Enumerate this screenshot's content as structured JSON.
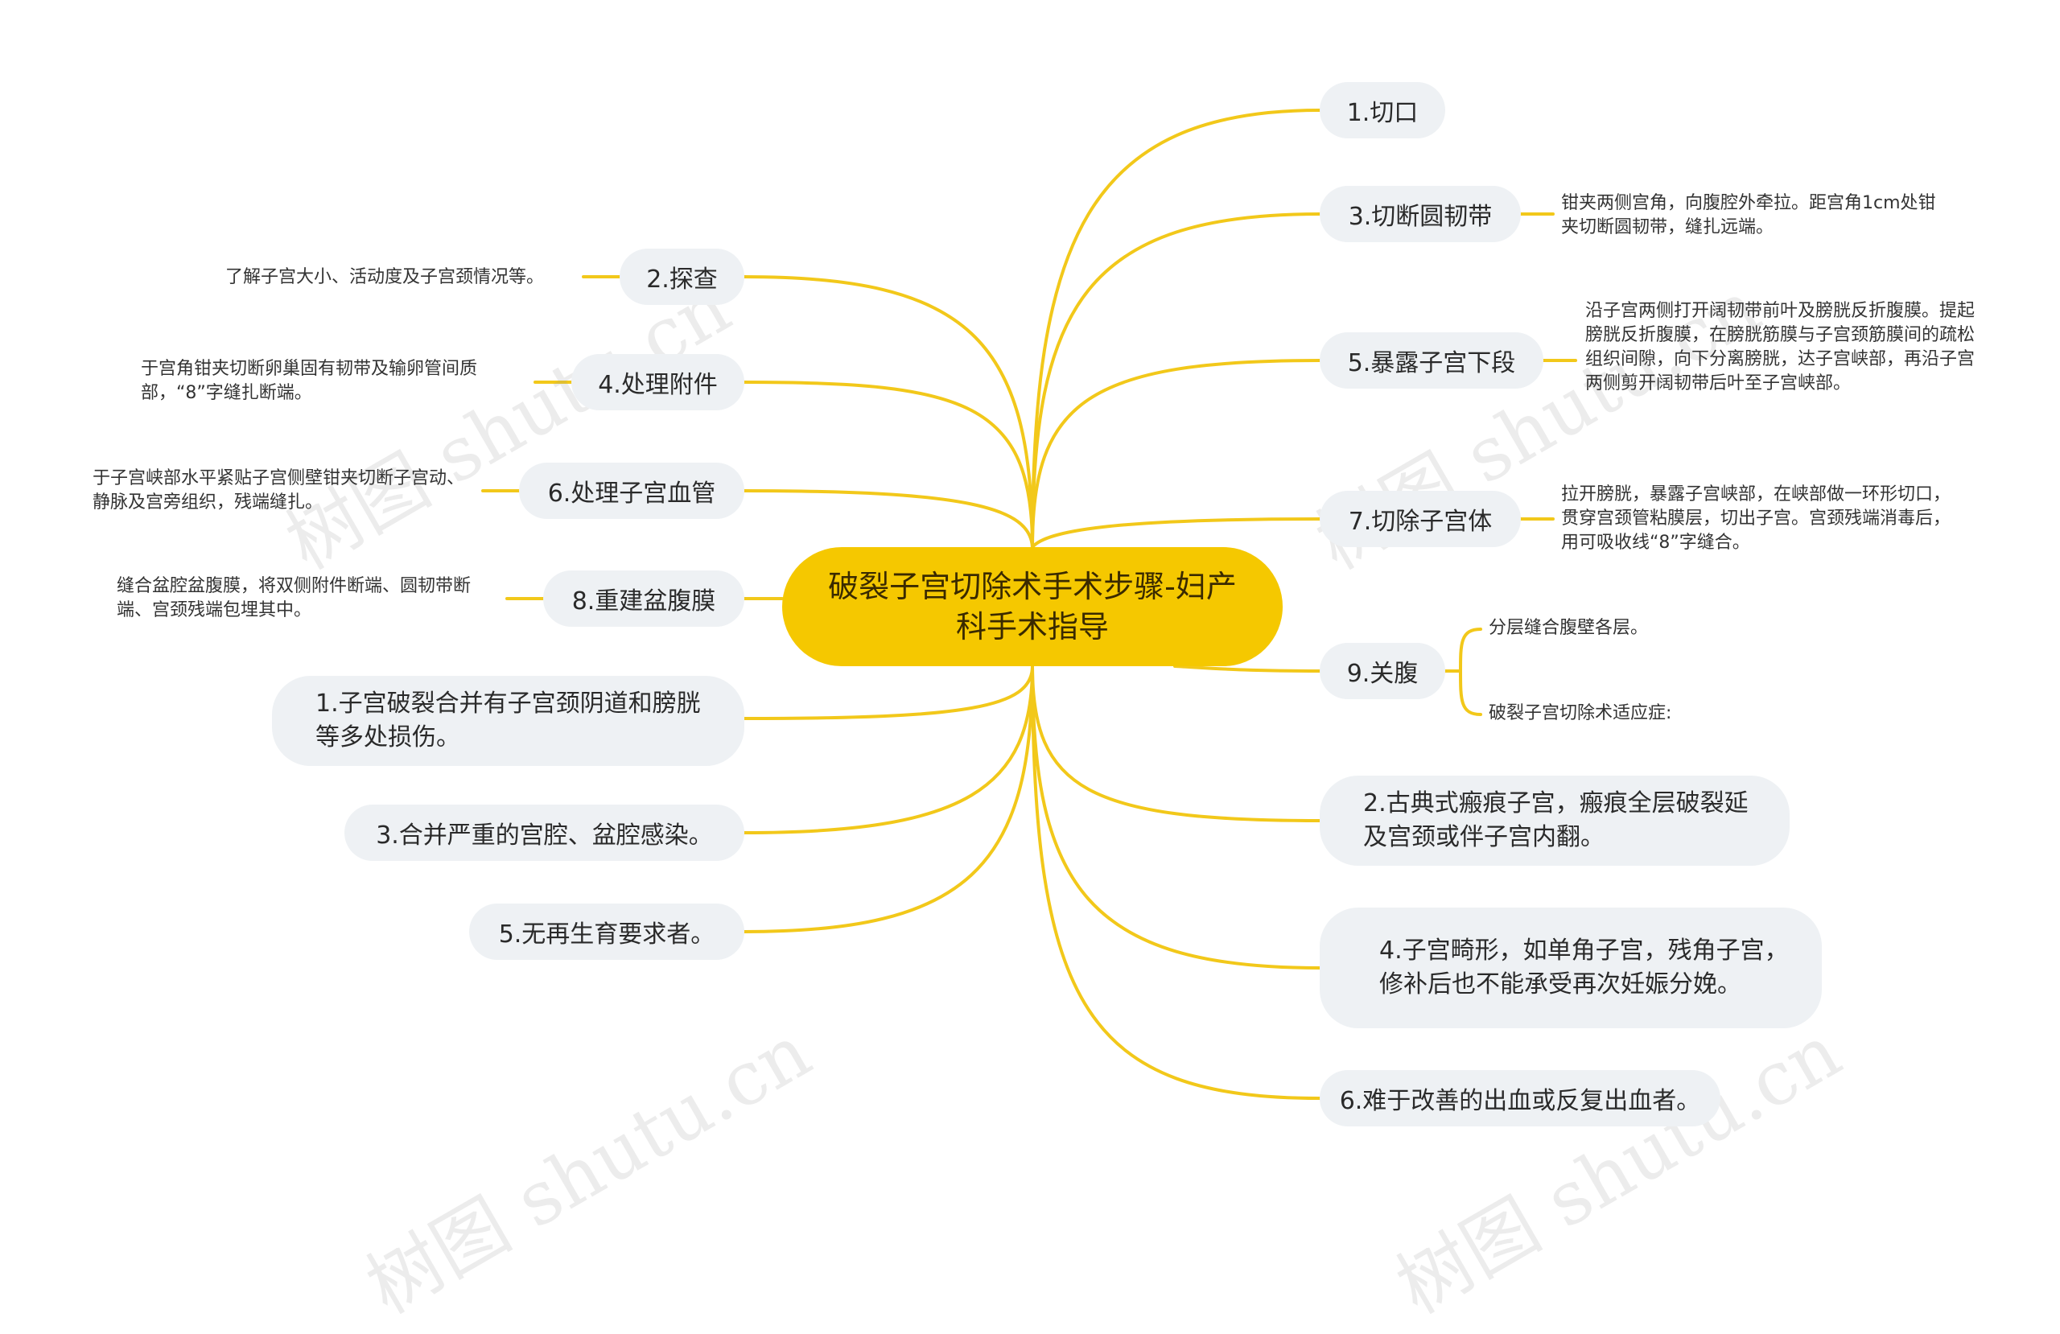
{
  "center": "破裂子宫切除术手术步骤-妇产科手术指导",
  "right_nodes": {
    "n1": "1.切口",
    "n3": "3.切断圆韧带",
    "n5": "5.暴露子宫下段",
    "n7": "7.切除子宫体",
    "n9": "9.关腹",
    "b2": "2.古典式瘢痕子宫，瘢痕全层破裂延及宫颈或伴子宫内翻。",
    "b4": "4.子宫畸形，如单角子宫，残角子宫，修补后也不能承受再次妊娠分娩。",
    "b6": "6.难于改善的出血或反复出血者。"
  },
  "left_nodes": {
    "n2": "2.探查",
    "n4": "4.处理附件",
    "n6": "6.处理子宫血管",
    "n8": "8.重建盆腹膜",
    "b1": "1.子宫破裂合并有子宫颈阴道和膀胱等多处损伤。",
    "b3": "3.合并严重的宫腔、盆腔感染。",
    "b5": "5.无再生育要求者。"
  },
  "notes": {
    "n2": "了解子宫大小、活动度及子宫颈情况等。",
    "n3": "钳夹两侧宫角，向腹腔外牵拉。距宫角1cm处钳夹切断圆韧带，缝扎远端。",
    "n4": "于宫角钳夹切断卵巢固有韧带及输卵管间质部，“8”字缝扎断端。",
    "n5": "沿子宫两侧打开阔韧带前叶及膀胱反折腹膜。提起膀胱反折腹膜，在膀胱筋膜与子宫颈筋膜间的疏松组织间隙，向下分离膀胱，达子宫峡部，再沿子宫两侧剪开阔韧带后叶至子宫峡部。",
    "n6": "于子宫峡部水平紧贴子宫侧壁钳夹切断子宫动、静脉及宫旁组织，残端缝扎。",
    "n7": "拉开膀胱，暴露子宫峡部，在峡部做一环形切口，贯穿宫颈管粘膜层，切出子宫。宫颈残端消毒后，用可吸收线“8”字缝合。",
    "n8": "缝合盆腔盆腹膜，将双侧附件断端、圆韧带断端、宫颈残端包埋其中。",
    "n9a": "分层缝合腹壁各层。",
    "n9b": "破裂子宫切除术适应症:"
  },
  "watermark": "树图 shutu.cn",
  "colors": {
    "branch": "#f2c81a",
    "center": "#f5c800",
    "node_bg": "#eef1f4"
  }
}
